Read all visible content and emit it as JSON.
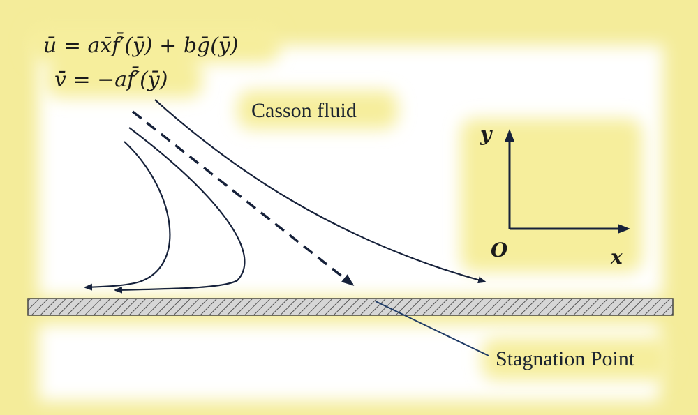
{
  "equations": {
    "u": "ū = ax̄f̄′(ȳ) + bḡ(ȳ)",
    "v": "v̄ = −af̄′(ȳ)"
  },
  "labels": {
    "fluid": "Casson fluid",
    "stagnation": "Stagnation Point",
    "y_axis": "y",
    "x_axis": "x",
    "origin": "O"
  },
  "colors": {
    "background": "#fffbe0",
    "glow": "#f4ec9a",
    "ink": "#16213a",
    "plate": "#a8a8a8"
  }
}
